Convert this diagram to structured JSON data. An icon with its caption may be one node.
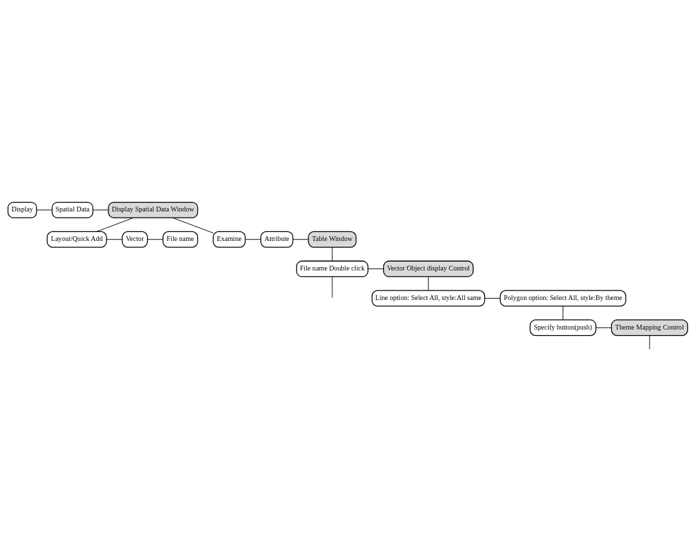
{
  "diagram": {
    "nodes": [
      {
        "text": [
          "Display"
        ]
      },
      {
        "text": [
          "Spatial Data"
        ]
      },
      {
        "text": [
          "Display Spatial Data Window"
        ]
      },
      {
        "text": [
          "Layout/Quick Add"
        ]
      },
      {
        "text": [
          "Vector"
        ]
      },
      {
        "text": [
          "File name"
        ]
      },
      {
        "text": [
          "Examine"
        ]
      },
      {
        "text": [
          "Attribute"
        ]
      },
      {
        "text": [
          "Table Window"
        ]
      },
      {
        "text": [
          "File name Double click"
        ]
      },
      {
        "text": [
          "Vector Object display Control"
        ]
      },
      {
        "text": [
          "Line option: Select All, style:All same"
        ]
      },
      {
        "text": [
          "Polygon option: Select All, style:By theme"
        ]
      },
      {
        "text": [
          "Specify button(push)"
        ]
      },
      {
        "text": [
          "Theme Mapping Control"
        ]
      }
    ],
    "edges": [
      {
        "from": 0,
        "to": 1,
        "arrow": "none"
      },
      {
        "from": 1,
        "to": 2,
        "arrow": "none"
      },
      {
        "from": 2,
        "to": 3,
        "arrow": "none"
      },
      {
        "from": 2,
        "to": 6,
        "arrow": "none"
      },
      {
        "from": 3,
        "to": 4,
        "arrow": "none"
      },
      {
        "from": 4,
        "to": 5,
        "arrow": "none"
      },
      {
        "from": 6,
        "to": 7,
        "arrow": "none"
      },
      {
        "from": 7,
        "to": 8,
        "arrow": "none"
      },
      {
        "from": 8,
        "to": 9,
        "arrow": "none"
      },
      {
        "from": 9,
        "to": 10,
        "arrow": "none"
      },
      {
        "from": 9,
        "to": null,
        "arrow": "none"
      },
      {
        "from": 10,
        "to": 11,
        "arrow": "none"
      },
      {
        "from": 11,
        "to": 12,
        "arrow": "none"
      },
      {
        "from": 12,
        "to": 13,
        "arrow": "none"
      },
      {
        "from": 13,
        "to": 14,
        "arrow": "none"
      },
      {
        "from": 14,
        "to": null,
        "arrow": "none"
      }
    ]
  }
}
